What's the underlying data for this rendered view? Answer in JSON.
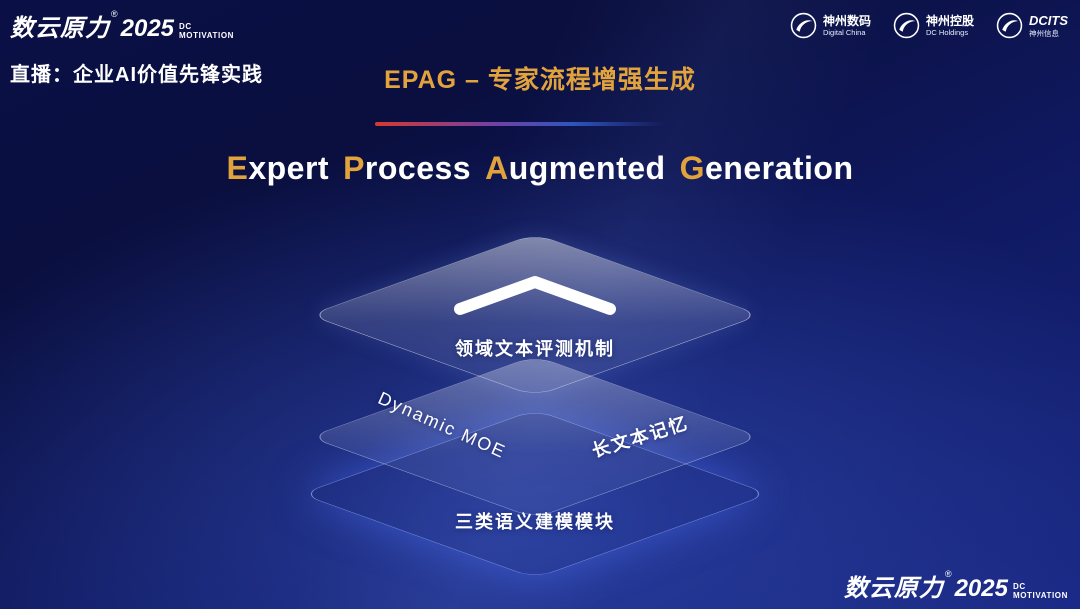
{
  "header": {
    "brand": {
      "name": "数云原力",
      "reg": "®",
      "year": "2025",
      "sub_line1": "DC",
      "sub_line2": "MOTIVATION"
    },
    "live_label": "直播：企业AI价值先锋实践",
    "title": "EPAG – 专家流程增强生成",
    "corp_logos": [
      {
        "icon": "digital-china-logo",
        "name": "神州数码",
        "sub": "Digital China"
      },
      {
        "icon": "dc-holdings-logo",
        "name": "神州控股",
        "sub": "DC Holdings"
      },
      {
        "icon": "dcits-logo",
        "name": "DCITS",
        "sub": "神州信息"
      }
    ]
  },
  "main": {
    "subtitle_words": [
      {
        "initial": "E",
        "rest": "xpert"
      },
      {
        "initial": "P",
        "rest": "rocess"
      },
      {
        "initial": "A",
        "rest": "ugmented"
      },
      {
        "initial": "G",
        "rest": "eneration"
      }
    ],
    "layers": {
      "top": {
        "label": "领域文本评测机制"
      },
      "middle": {
        "label_left": "Dynamic MOE",
        "label_right": "长文本记忆"
      },
      "bottom": {
        "label": "三类语义建模模块"
      }
    }
  },
  "footer": {
    "brand": {
      "name": "数云原力",
      "reg": "®",
      "year": "2025",
      "sub_line1": "DC",
      "sub_line2": "MOTIVATION"
    }
  },
  "colors": {
    "gold": "#e2a33c",
    "background_dark": "#0a0f46",
    "background_glow": "#3e5ccd",
    "layer_blue": "#4a6ae6",
    "line_gradient_start": "#d63a2f",
    "line_gradient_end": "#2f55c0"
  }
}
